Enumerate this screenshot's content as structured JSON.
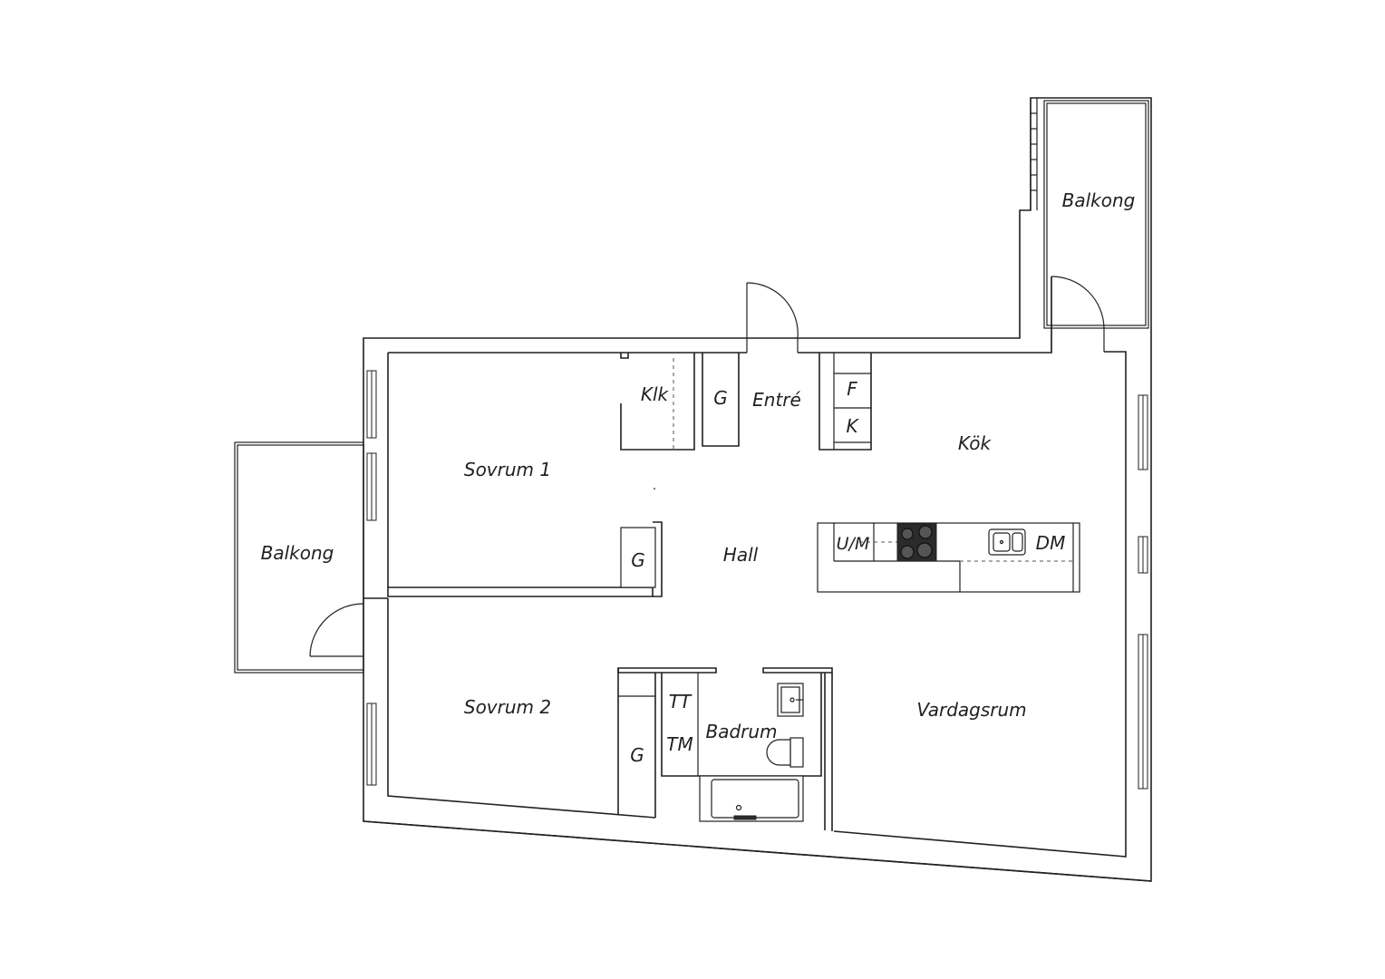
{
  "rooms": {
    "balkong_top": "Balkong",
    "balkong_left": "Balkong",
    "sovrum1": "Sovrum 1",
    "sovrum2": "Sovrum 2",
    "klk": "Klk",
    "g_entre": "G",
    "entre": "Entré",
    "kok": "Kök",
    "f": "F",
    "k": "K",
    "hall": "Hall",
    "g_hall": "G",
    "um": "U/M",
    "dm": "DM",
    "tt": "TT",
    "tm": "TM",
    "badrum": "Badrum",
    "g_sovrum2": "G",
    "vardagsrum": "Vardagsrum"
  }
}
